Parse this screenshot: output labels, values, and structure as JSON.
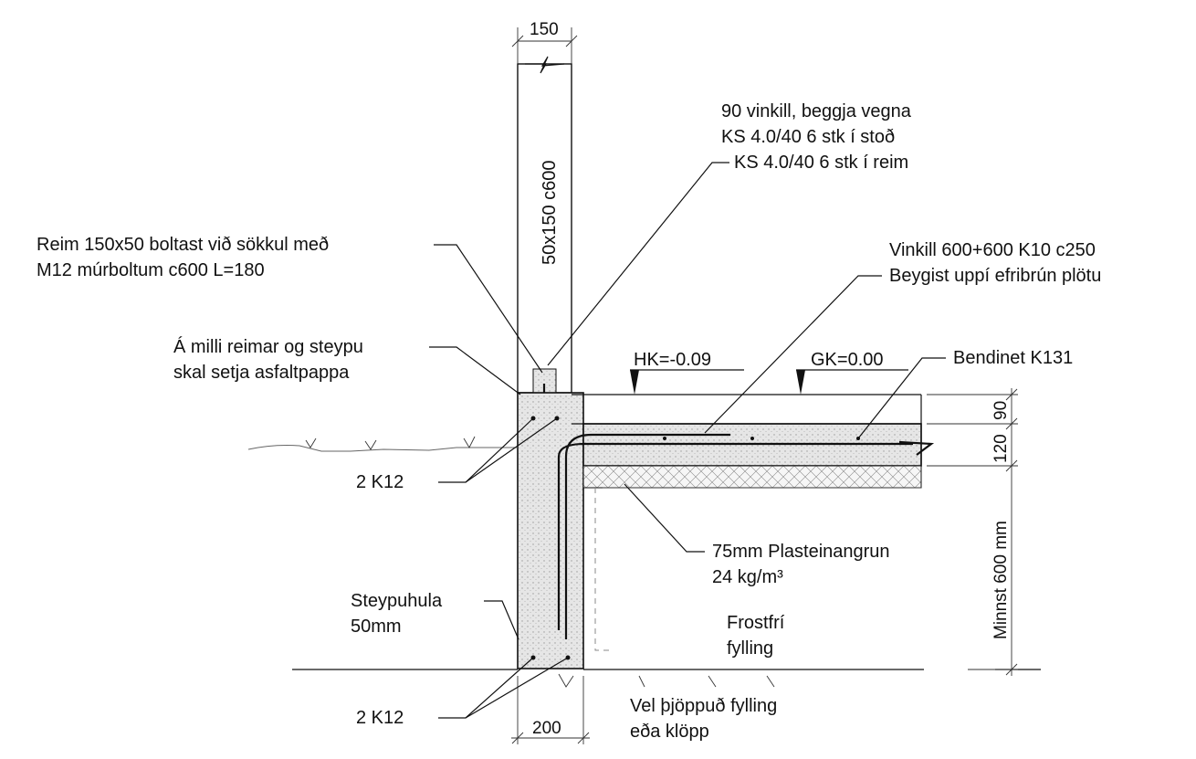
{
  "dimensions": {
    "post_width": "150",
    "footing_width": "200",
    "topping_thickness": "90",
    "slab_thickness": "120",
    "min_depth": "Minnst 600 mm",
    "post_section": "50x150 c600"
  },
  "levels": {
    "hk": "HK=-0.09",
    "gk": "GK=0.00"
  },
  "labels": {
    "angle_l1": "90 vinkill, beggja vegna",
    "angle_l2": "KS 4.0/40 6 stk í stoð",
    "angle_l3": "KS 4.0/40 6 stk í reim",
    "sill_l1": "Reim 150x50 boltast við sökkul með",
    "sill_l2": "M12 múrboltum c600 L=180",
    "asphalt_l1": "Á milli reimar og steypu",
    "asphalt_l2": "skal setja asfaltpappa",
    "rebar_angle_l1": "Vinkill 600+600 K10 c250",
    "rebar_angle_l2": "Beygist uppí efribrún plötu",
    "mesh": "Bendinet K131",
    "rebar_top": "2 K12",
    "rebar_bottom": "2 K12",
    "insulation_l1": "75mm Plasteinangrun",
    "insulation_l2": "24 kg/m³",
    "frost_l1": "Frostfrí",
    "frost_l2": "fylling",
    "cover_l1": "Steypuhula",
    "cover_l2": "50mm",
    "compact_l1": "Vel þjöppuð fylling",
    "compact_l2": "eða klöpp"
  },
  "colors": {
    "line": "#111111",
    "concrete": "#e4e4e4",
    "insulation": "#f2f2f2"
  }
}
